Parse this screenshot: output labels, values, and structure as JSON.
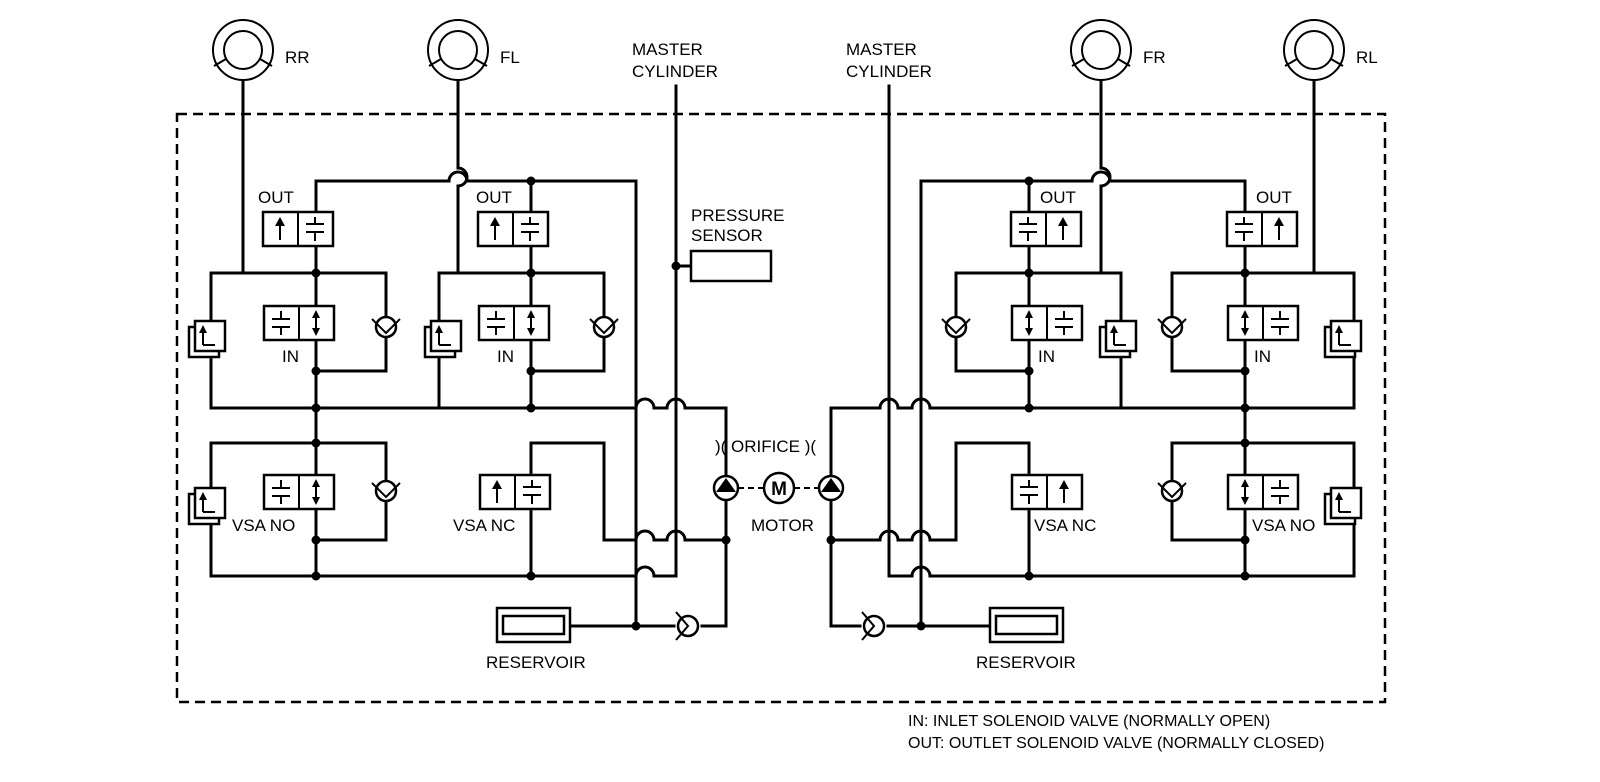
{
  "wheels": {
    "rr": "RR",
    "fl": "FL",
    "fr": "FR",
    "rl": "RL"
  },
  "master_cylinder": {
    "left": [
      "MASTER",
      "CYLINDER"
    ],
    "right": [
      "MASTER",
      "CYLINDER"
    ]
  },
  "pressure_sensor": [
    "PRESSURE",
    "SENSOR"
  ],
  "valves": {
    "out": "OUT",
    "in": "IN",
    "vsa_no": "VSA NO",
    "vsa_nc": "VSA NC"
  },
  "orifice": ")( ORIFICE )(",
  "motor": "MOTOR",
  "motor_symbol": "M",
  "reservoir": "RESERVOIR",
  "legend": {
    "in": "IN: INLET SOLENOID VALVE (NORMALLY OPEN)",
    "out": "OUT: OUTLET SOLENOID VALVE (NORMALLY CLOSED)"
  }
}
